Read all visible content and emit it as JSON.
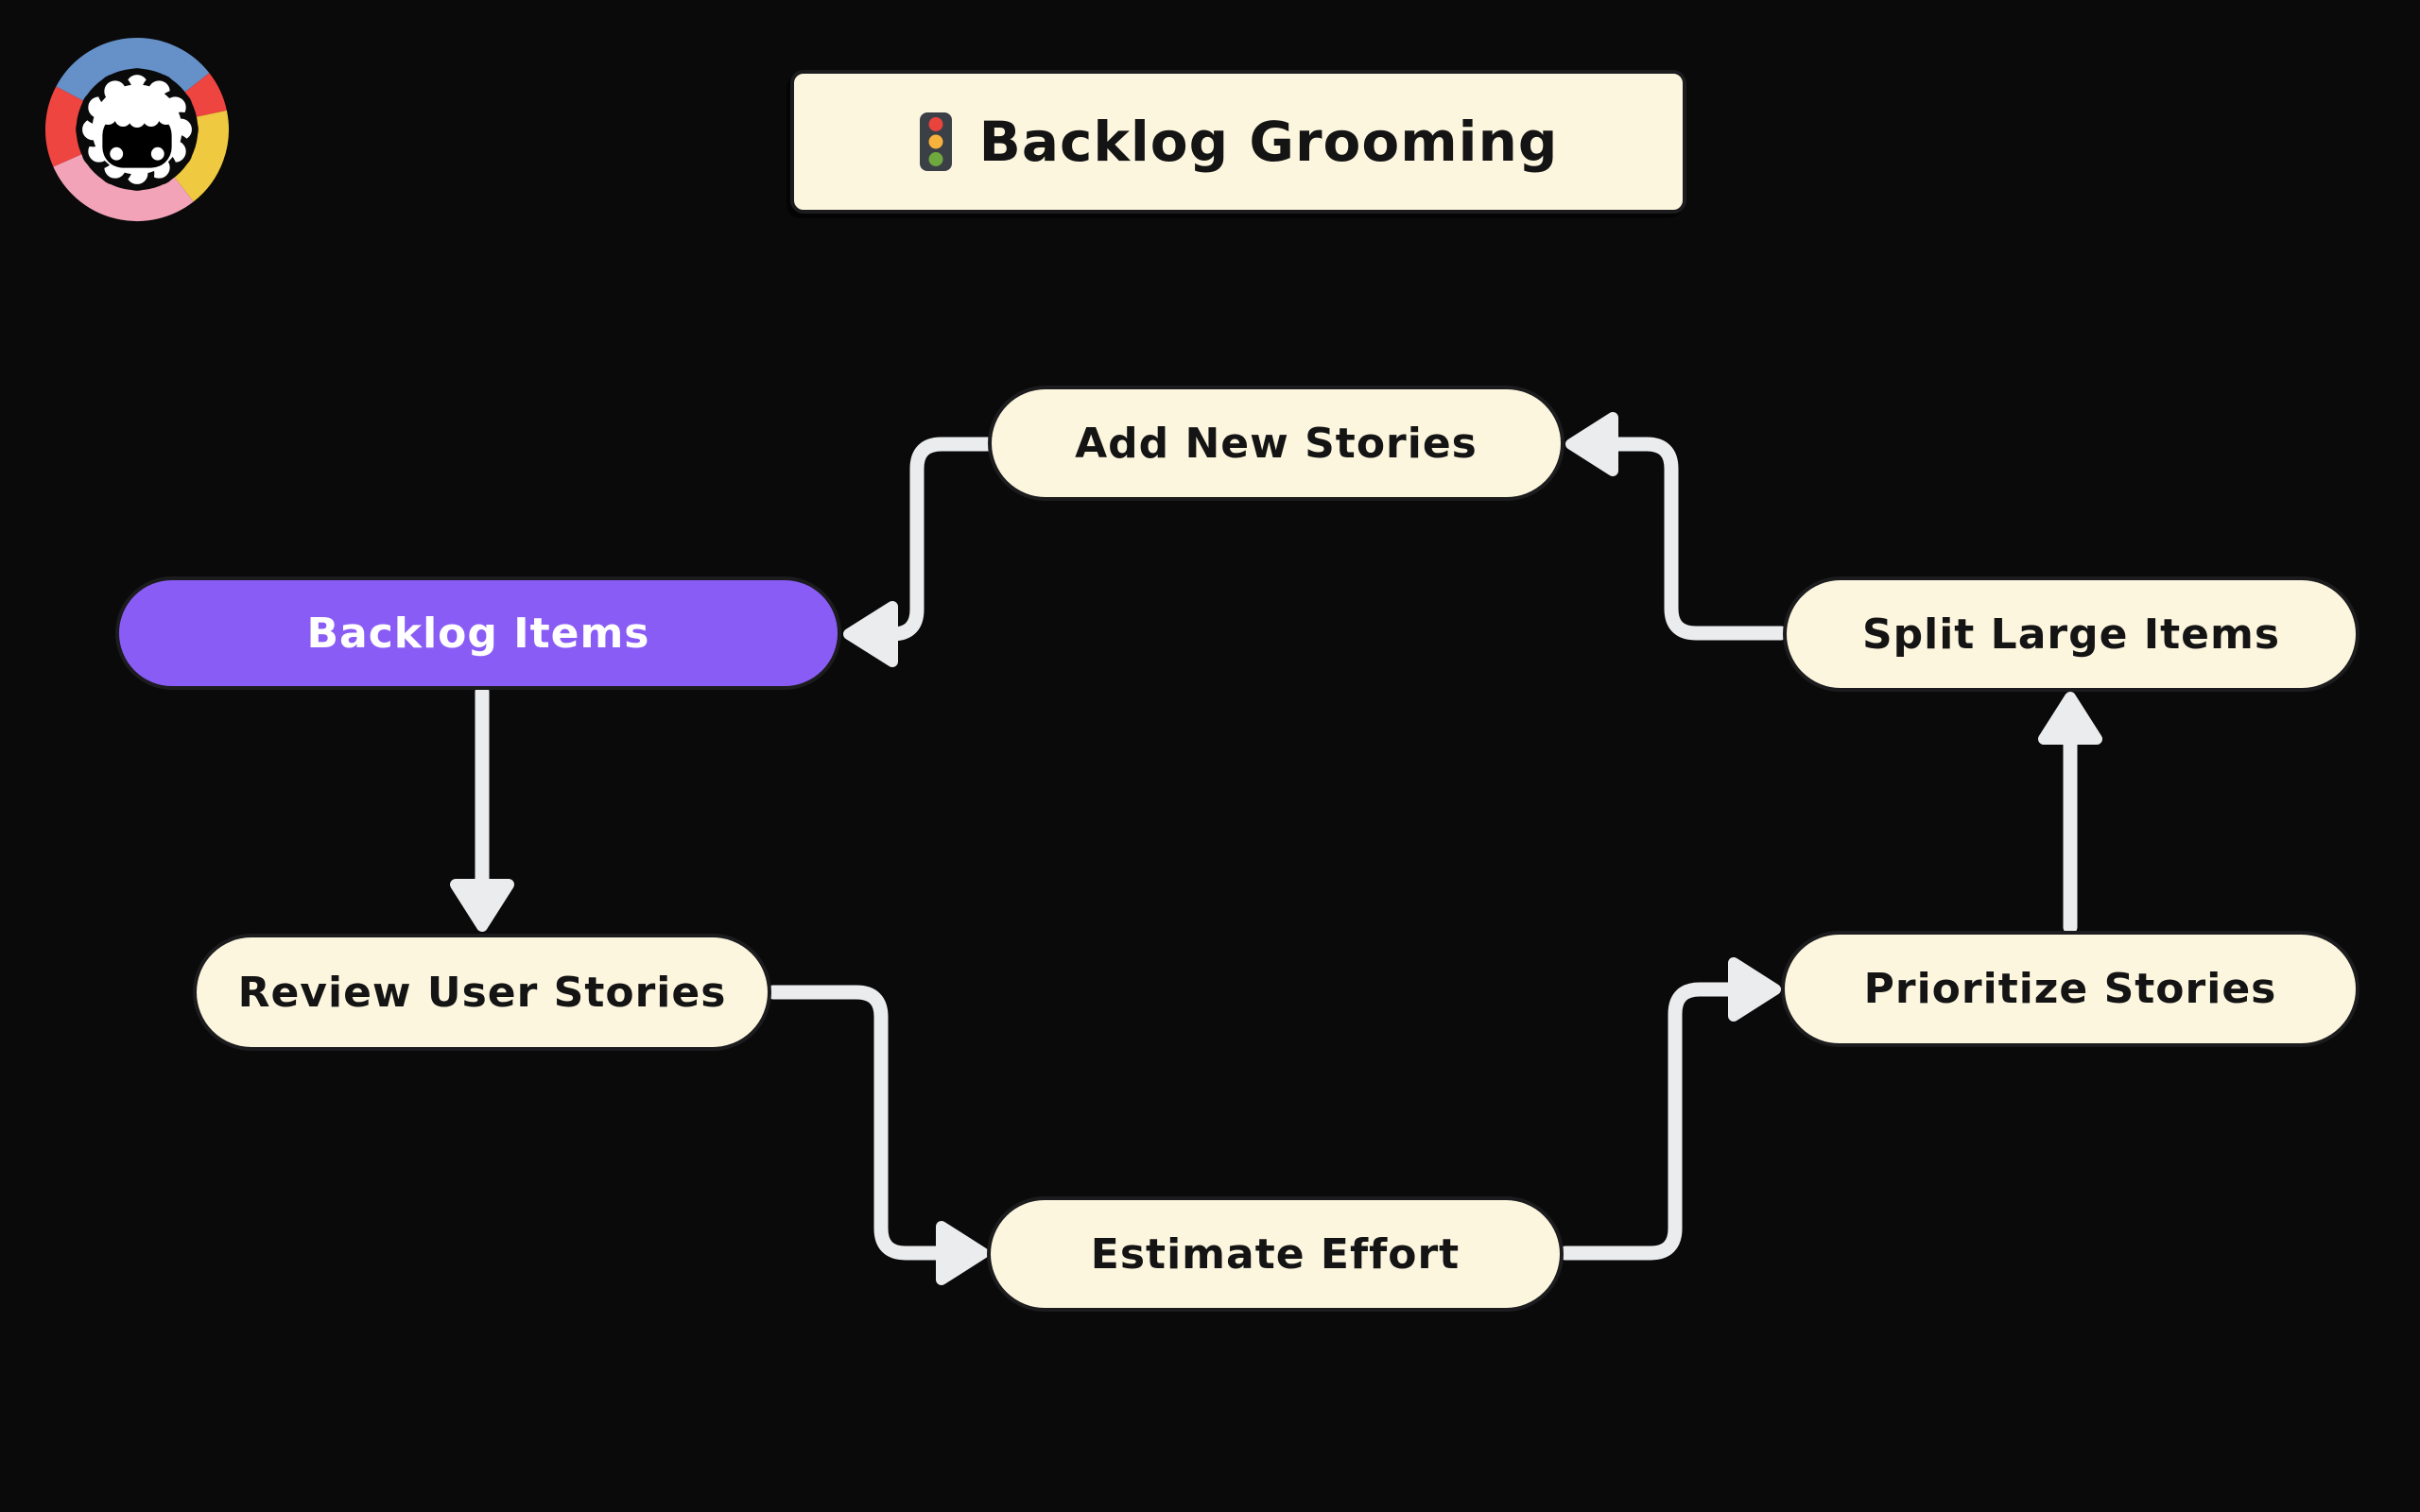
{
  "app": {
    "background": "#0A0A0B"
  },
  "colors": {
    "bg": "#0A0A0B",
    "node-fill": "#FCF6DF",
    "node-border": "#1C1C1E",
    "accent": "#8A5CF6",
    "arrow": "#EBECED",
    "text-dark": "#141414",
    "text-light": "#FFFFFF"
  },
  "logo": {
    "name": "sheep-mascot-logo",
    "ring_colors": {
      "blue": "#6590C8",
      "red": "#EE4540",
      "yellow": "#EFC93F",
      "pink": "#F2A3B8"
    }
  },
  "title": {
    "icon": "traffic-light-icon",
    "text": "Backlog Grooming"
  },
  "diagram": {
    "nodes": [
      {
        "id": "add-new-stories",
        "label": "Add New Stories",
        "variant": "default"
      },
      {
        "id": "backlog-items",
        "label": "Backlog Items",
        "variant": "accent"
      },
      {
        "id": "split-large-items",
        "label": "Split Large Items",
        "variant": "default"
      },
      {
        "id": "review-user-stories",
        "label": "Review User Stories",
        "variant": "default"
      },
      {
        "id": "estimate-effort",
        "label": "Estimate Effort",
        "variant": "default"
      },
      {
        "id": "prioritize-stories",
        "label": "Prioritize Stories",
        "variant": "default"
      }
    ],
    "edges": [
      {
        "from": "backlog-items",
        "to": "review-user-stories"
      },
      {
        "from": "review-user-stories",
        "to": "estimate-effort"
      },
      {
        "from": "estimate-effort",
        "to": "prioritize-stories"
      },
      {
        "from": "prioritize-stories",
        "to": "split-large-items"
      },
      {
        "from": "split-large-items",
        "to": "add-new-stories"
      },
      {
        "from": "add-new-stories",
        "to": "backlog-items"
      }
    ]
  }
}
